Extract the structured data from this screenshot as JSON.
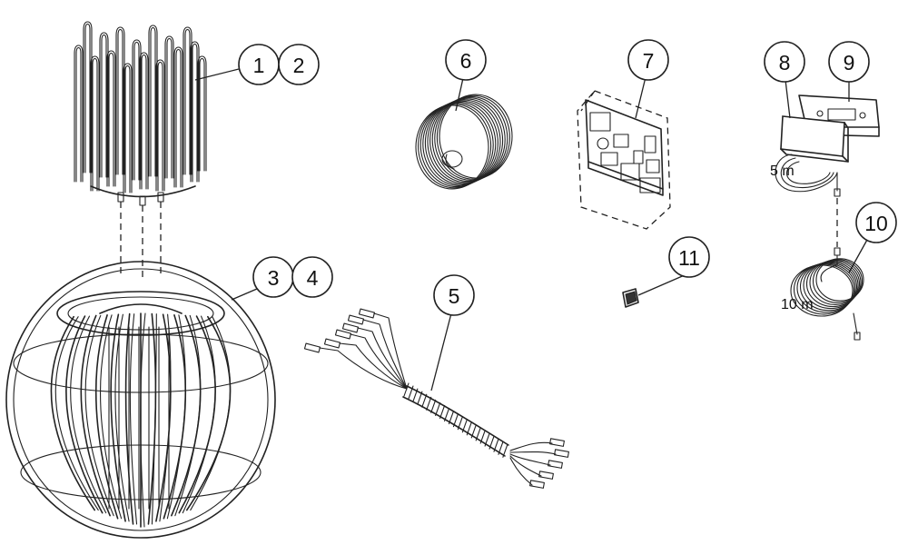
{
  "callouts": {
    "c1": "1",
    "c2": "2",
    "c3": "3",
    "c4": "4",
    "c5": "5",
    "c6": "6",
    "c7": "7",
    "c8": "8",
    "c9": "9",
    "c10": "10",
    "c11": "11"
  },
  "labels": {
    "cable_short": "5 m",
    "cable_long": "10 m"
  },
  "parts": [
    "heating-element-assembly",
    "spherical-stone-cage",
    "wiring-harness",
    "coiled-sensor-cable",
    "circuit-board",
    "control-panel-front",
    "control-panel-mount",
    "data-cable-long",
    "rocker-switch"
  ]
}
